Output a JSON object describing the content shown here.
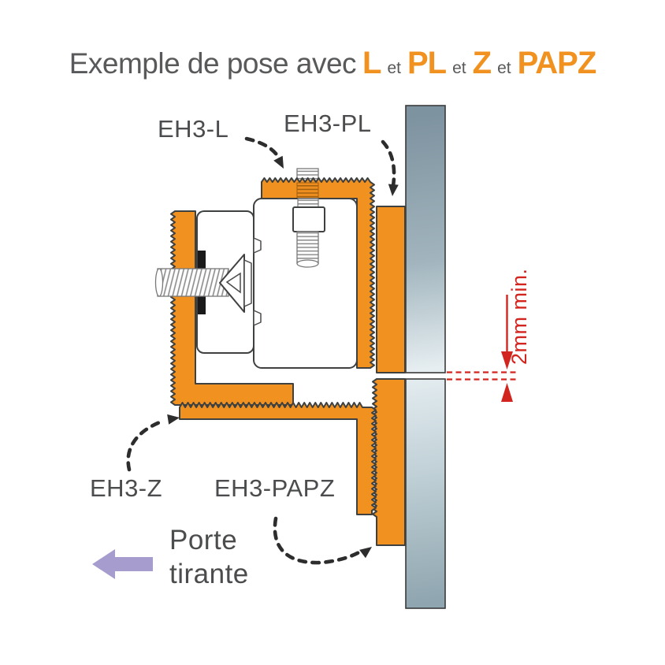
{
  "title": {
    "prefix": "Exemple de pose avec",
    "connector": "et",
    "products": [
      "L",
      "PL",
      "Z",
      "PAPZ"
    ]
  },
  "callouts": {
    "eh3_l": "EH3-L",
    "eh3_pl": "EH3-PL",
    "eh3_z": "EH3-Z",
    "eh3_papz": "EH3-PAPZ"
  },
  "dimension": {
    "gap_label": "2mm min."
  },
  "door": {
    "line1": "Porte",
    "line2": "tirante"
  },
  "colors": {
    "orange": "#F09120",
    "red": "#D3251F",
    "purple": "#A69CCE",
    "outline": "#3F4040",
    "dash": "#2D2D2D",
    "text_gray": "#4B4C4E",
    "title_gray": "#58595B",
    "gasket_black": "#1A1A1A",
    "panel_top": "#7E93A0",
    "panel_light": "#E6EEF1",
    "panel_bottom": "#8FA5AF"
  }
}
